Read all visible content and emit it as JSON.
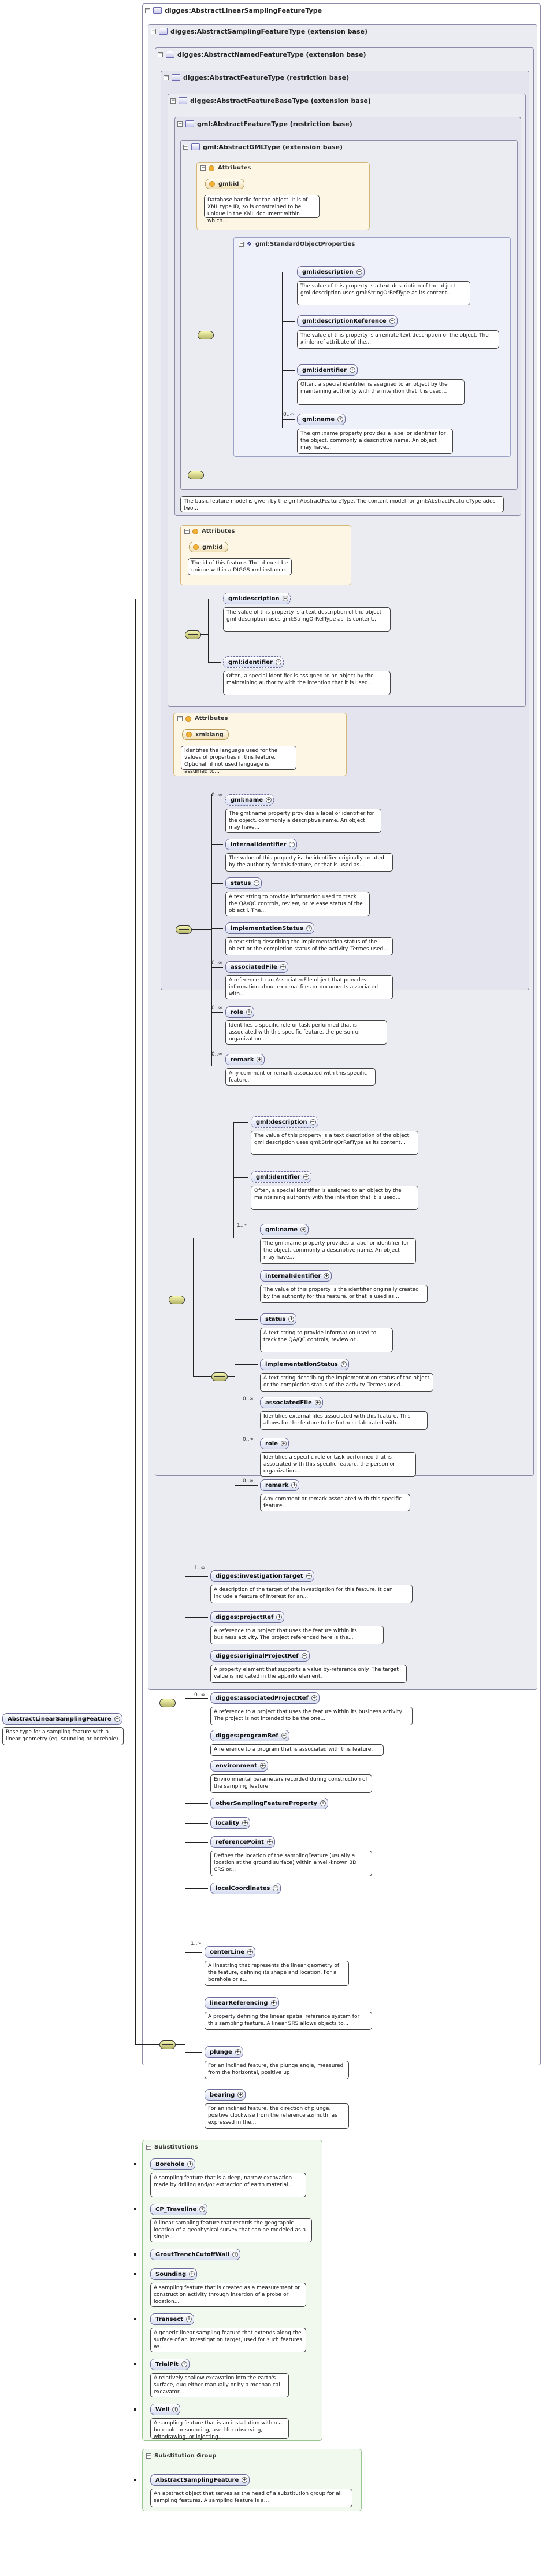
{
  "types": {
    "root": "digges:AbstractLinearSamplingFeatureType",
    "sampling": "digges:AbstractSamplingFeatureType (extension base)",
    "named": "digges:AbstractNamedFeatureType (extension base)",
    "feature": "digges:AbstractFeatureType (restriction base)",
    "featurebase": "digges:AbstractFeatureBaseType (extension base)",
    "gmlfeature": "gml:AbstractFeatureType (restriction base)",
    "gmlgml": "gml:AbstractGMLType (extension base)"
  },
  "labels": {
    "attributes": "Attributes",
    "std_props": "gml:StandardObjectProperties",
    "substitutions": "Substitutions",
    "subst_group": "Substitution Group"
  },
  "gml_attr": {
    "name": "gml:id",
    "desc": "Database handle for the object. It is of XML type ID, so is constrained to be unique in the XML document within which..."
  },
  "std_elements": [
    {
      "name": "gml:description",
      "desc": "The value of this property is a text description of the object. gml:description uses gml:StringOrRefType as its content..."
    },
    {
      "name": "gml:descriptionReference",
      "desc": "The value of this property is a remote text description of the object. The xlink:href attribute of the..."
    },
    {
      "name": "gml:identifier",
      "desc": "Often, a special identifier is assigned to an object by the maintaining authority with the intention that it is used..."
    },
    {
      "name": "gml:name",
      "desc": "The gml:name property provides a label or identifier for the object, commonly a descriptive name. An object may have..."
    }
  ],
  "card_many": "0..∞",
  "card_one_many": "1..∞",
  "gmlfeature_desc": "The basic feature model is given by the gml:AbstractFeatureType. The content model for gml:AbstractFeatureType adds two...",
  "fb_attr": {
    "name": "gml:id",
    "desc": "The id of this feature. The id must be unique within a DIGGS xml instance."
  },
  "fb_elements": [
    {
      "name": "gml:description",
      "desc": "The value of this property is a text description of the object. gml:description uses gml:StringOrRefType as its content..."
    },
    {
      "name": "gml:identifier",
      "desc": "Often, a special identifier is assigned to an object by the maintaining authority with the intention that it is used..."
    }
  ],
  "f_attr": {
    "name": "xml:lang",
    "desc": "Identifies the language used for the values of properties in this feature. Optional; if not used language is assumed to..."
  },
  "f_elements": [
    {
      "name": "gml:name",
      "desc": "The gml:name property provides a label or identifier for the object, commonly a descriptive name. An object may have..."
    },
    {
      "name": "internalIdentifier",
      "desc": "The value of this property is the identifier originally created by the authority for this feature, or that is used as..."
    },
    {
      "name": "status",
      "desc": "A text string to provide information used to track the QA/QC controls, review, or release status of the object i. The..."
    },
    {
      "name": "implementationStatus",
      "desc": "A text string describing the implementation status of the object or the completion status of the activity. Termes used..."
    },
    {
      "name": "associatedFile",
      "desc": "A reference to an AssociatedFile object that provides information about external files or documents associated with..."
    },
    {
      "name": "role",
      "desc": "Identifies a specific role or task performed that is associated with this specific feature, the person or organization..."
    },
    {
      "name": "remark",
      "desc": "Any comment or remark associated with this specific feature."
    }
  ],
  "n_top": [
    {
      "name": "gml:description",
      "desc": "The value of this property is a text description of the object. gml:description uses gml:StringOrRefType as its content..."
    },
    {
      "name": "gml:identifier",
      "desc": "Often, a special identifier is assigned to an object by the maintaining authority with the intention that it is used..."
    }
  ],
  "n_elements": [
    {
      "name": "gml:name",
      "desc": "The gml:name property provides a label or identifier for the object, commonly a descriptive name. An object may have..."
    },
    {
      "name": "internalIdentifier",
      "desc": "The value of this property is the identifier originally created by the authority for this feature, or that is used as..."
    },
    {
      "name": "status",
      "desc": "A text string to provide information used to track the QA/QC controls, review or..."
    },
    {
      "name": "implementationStatus",
      "desc": "A text string describing the implementation status of the object or the completion status of the activity. Termes used..."
    },
    {
      "name": "associatedFile",
      "desc": "Identifies external files associated with this feature. This allows for the feature to be further elaborated with..."
    },
    {
      "name": "role",
      "desc": "Identifies a specific role or task performed that is associated with this specific feature, the person or organization..."
    },
    {
      "name": "remark",
      "desc": "Any comment or remark associated with this specific feature."
    }
  ],
  "s_elements": [
    {
      "name": "digges:investigationTarget",
      "desc": "A description of the target of the investigation for this feature. It can include a feature of interest for an..."
    },
    {
      "name": "digges:projectRef",
      "desc": "A reference to a project that uses the feature within its business activity. The project referenced here is the..."
    },
    {
      "name": "digges:originalProjectRef",
      "desc": "A property element that supports a value by-reference only. The target value is indicated in the appinfo element."
    },
    {
      "name": "digges:associatedProjectRef",
      "desc": "A reference to a project that uses the feature within its business activity. The project is not intended to be the one..."
    },
    {
      "name": "digges:programRef",
      "desc": "A reference to a program that is associated with this feature."
    },
    {
      "name": "environment",
      "desc": "Environmental parameters recorded during construction of the sampling feature"
    },
    {
      "name": "otherSamplingFeatureProperty",
      "desc": ""
    },
    {
      "name": "locality",
      "desc": ""
    },
    {
      "name": "referencePoint",
      "desc": "Defines the location of the samplingFeature (usually a location at the ground surface) within a well-known 3D CRS or..."
    },
    {
      "name": "localCoordinates",
      "desc": ""
    }
  ],
  "l_elements": [
    {
      "name": "centerLine",
      "desc": "A linestring that represents the linear geometry of the feature, defining its shape and location. For a borehole or a..."
    },
    {
      "name": "linearReferencing",
      "desc": "A property defining the linear spatial reference system for this sampling feature. A linear SRS allows objects to..."
    },
    {
      "name": "plunge",
      "desc": "For an inclined feature, the plunge angle, measured from the horizontal, positive up"
    },
    {
      "name": "bearing",
      "desc": "For an inclined feature, the direction of plunge, positive clockwise from the reference azimuth, as expressed in the..."
    }
  ],
  "root_element": {
    "name": "AbstractLinearSamplingFeature",
    "desc": "Base type for a sampling feature with a linear geometry (eg. sounding or borehole)."
  },
  "substitutions": [
    {
      "name": "Borehole",
      "desc": "A sampling feature that is a deep, narrow excavation made by drilling and/or extraction of earth material..."
    },
    {
      "name": "CP_Traveline",
      "desc": "A linear sampling feature that records the geographic location of a geophysical survey that can be modeled as a single..."
    },
    {
      "name": "GroutTrenchCutoffWall",
      "desc": ""
    },
    {
      "name": "Sounding",
      "desc": "A sampling feature that is created as a measurement or construction activity through insertion of a probe or location..."
    },
    {
      "name": "Transect",
      "desc": "A generic linear sampling feature that extends along the surface of an investigation target, used for such features as..."
    },
    {
      "name": "TrialPit",
      "desc": "A relatively shallow excavation into the earth's surface, dug either manually or by a mechanical excavator..."
    },
    {
      "name": "Well",
      "desc": "A sampling feature that is an installation within a borehole or sounding, used for observing, withdrawing, or injecting..."
    }
  ],
  "subst_group": {
    "name": "AbstractSamplingFeature",
    "desc": "An abstract object that serves as the head of a substitution group for all sampling features. A sampling feature is a..."
  }
}
